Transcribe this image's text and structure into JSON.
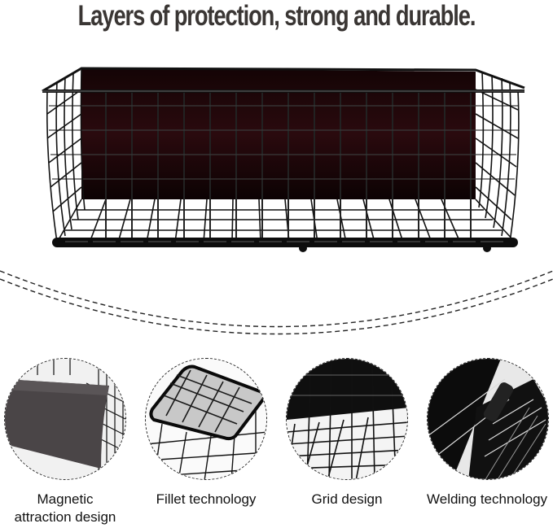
{
  "headline": "Layers of protection, strong and durable.",
  "hero": {
    "subject": "black wire storage basket with dark back panel"
  },
  "features": [
    {
      "label_line1": "Magnetic",
      "label_line2": "attraction design",
      "image": "magnetic-panel-closeup"
    },
    {
      "label_line1": "Fillet technology",
      "label_line2": "",
      "image": "rounded-corner-closeup"
    },
    {
      "label_line1": "Grid design",
      "label_line2": "",
      "image": "wire-grid-closeup"
    },
    {
      "label_line1": "Welding technology",
      "label_line2": "",
      "image": "welded-joint-closeup"
    }
  ],
  "colors": {
    "headline": "#3a3634",
    "wire": "#111111",
    "panel": "#1f0a0c"
  }
}
